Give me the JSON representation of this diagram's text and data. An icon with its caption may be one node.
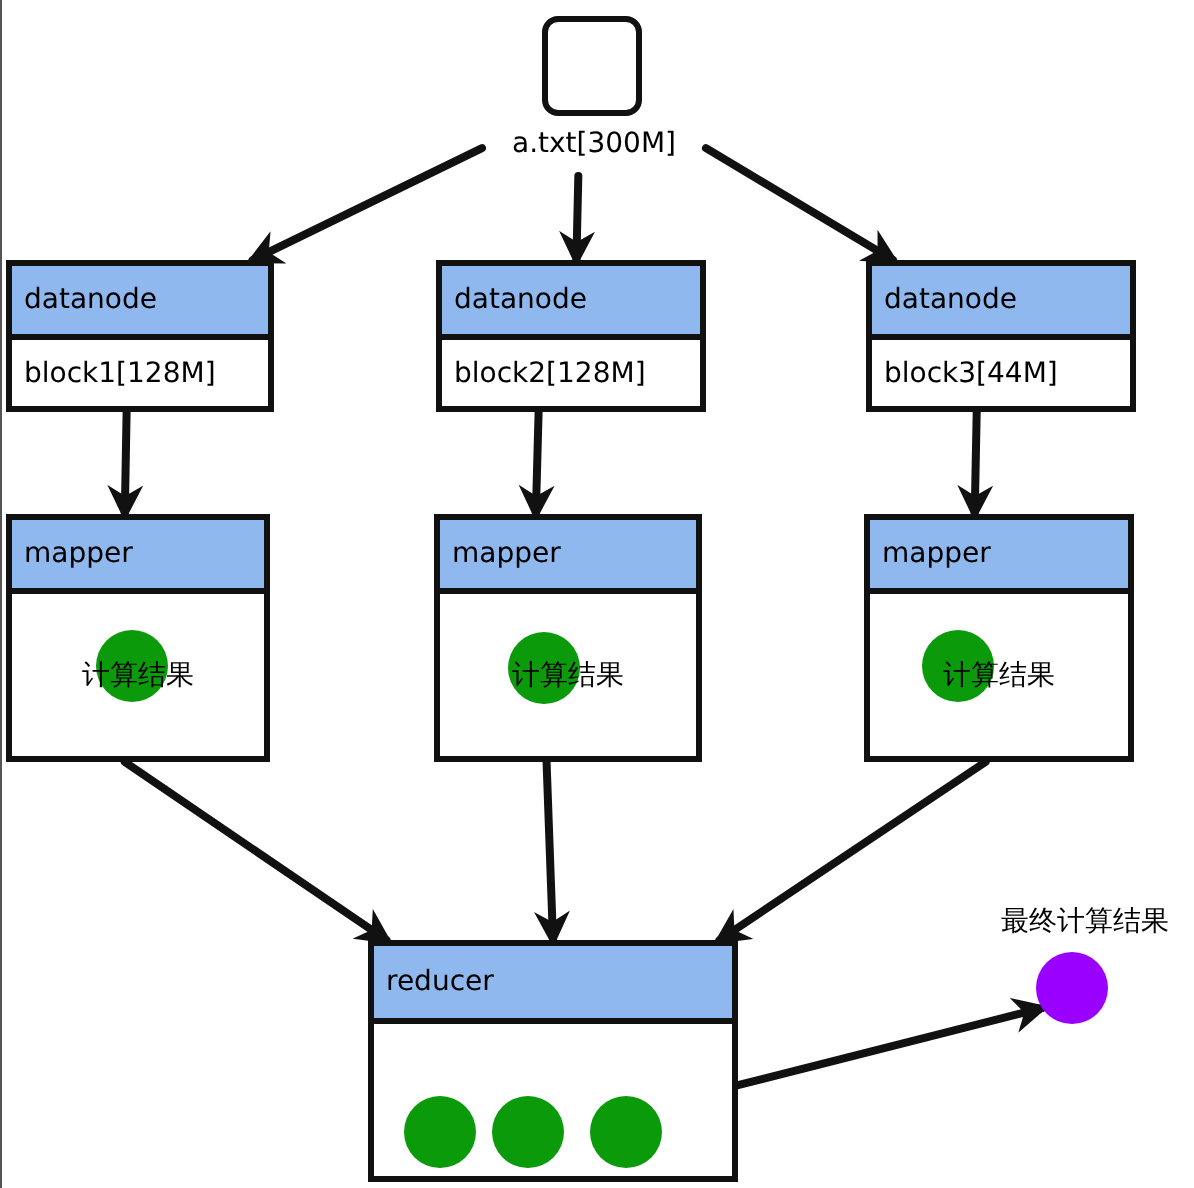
{
  "diagram": {
    "nodes": [
      {
        "text": [],
        "shape": "box",
        "beside": [
          "a.txt[300M]"
        ]
      },
      {
        "text": [
          "datanode",
          "block1[128M]"
        ]
      },
      {
        "text": [
          "datanode",
          "block2[128M]"
        ]
      },
      {
        "text": [
          "datanode",
          "block3[44M]"
        ]
      },
      {
        "text": [
          "mapper",
          "计算结果"
        ]
      },
      {
        "text": [
          "mapper",
          "计算结果"
        ]
      },
      {
        "text": [
          "mapper",
          "计算结果"
        ]
      },
      {
        "text": [
          "reducer"
        ]
      },
      {
        "text": [],
        "shape": "circle",
        "beside": [
          "最终计算结果"
        ]
      }
    ],
    "edges": [
      {
        "from": 0,
        "to": 1,
        "arrow": "to"
      },
      {
        "from": 0,
        "to": 2,
        "arrow": "to"
      },
      {
        "from": 0,
        "to": 3,
        "arrow": "to"
      },
      {
        "from": 1,
        "to": 4,
        "arrow": "to"
      },
      {
        "from": 2,
        "to": 5,
        "arrow": "to"
      },
      {
        "from": 3,
        "to": 6,
        "arrow": "to"
      },
      {
        "from": 4,
        "to": 7,
        "arrow": "to"
      },
      {
        "from": 5,
        "to": 7,
        "arrow": "to"
      },
      {
        "from": 6,
        "to": 7,
        "arrow": "to"
      },
      {
        "from": 7,
        "to": 8,
        "arrow": "to"
      }
    ]
  }
}
